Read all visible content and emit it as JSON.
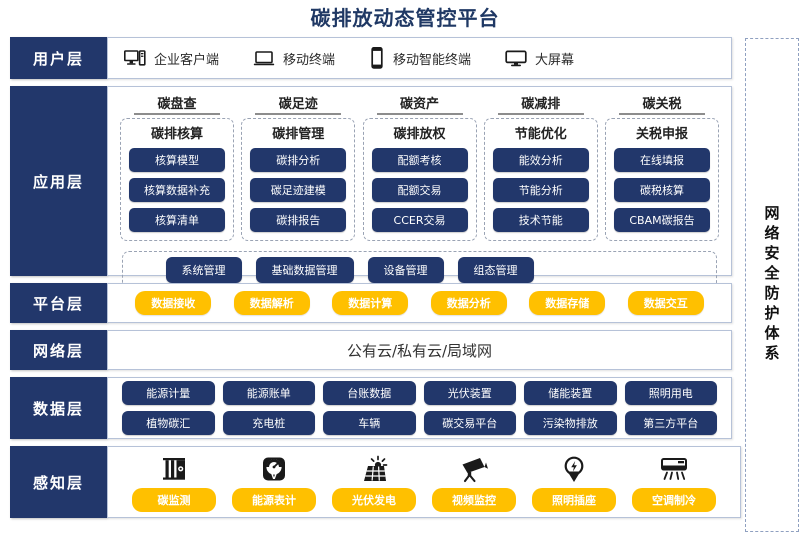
{
  "title": "碳排放动态管控平台",
  "colors": {
    "navy": "#22376b",
    "amber": "#ffc000",
    "title": "#1f3864",
    "dash_border": "#9aa3b4"
  },
  "layers": {
    "user": {
      "label": "用户层",
      "items": [
        {
          "icon": "desktop-tower-icon",
          "label": "企业客户端"
        },
        {
          "icon": "laptop-icon",
          "label": "移动终端"
        },
        {
          "icon": "smartphone-icon",
          "label": "移动智能终端"
        },
        {
          "icon": "large-screen-icon",
          "label": "大屏幕"
        }
      ]
    },
    "application": {
      "label": "应用层",
      "groups": [
        {
          "title": "碳盘查",
          "subtitle": "碳排核算",
          "items": [
            "核算模型",
            "核算数据补充",
            "核算清单"
          ]
        },
        {
          "title": "碳足迹",
          "subtitle": "碳排管理",
          "items": [
            "碳排分析",
            "碳足迹建模",
            "碳排报告"
          ]
        },
        {
          "title": "碳资产",
          "subtitle": "碳排放权",
          "items": [
            "配额考核",
            "配额交易",
            "CCER交易"
          ]
        },
        {
          "title": "碳减排",
          "subtitle": "节能优化",
          "items": [
            "能效分析",
            "节能分析",
            "技术节能"
          ]
        },
        {
          "title": "碳关税",
          "subtitle": "关税申报",
          "items": [
            "在线填报",
            "碳税核算",
            "CBAM碳报告"
          ]
        }
      ],
      "management": [
        "系统管理",
        "基础数据管理",
        "设备管理",
        "组态管理"
      ]
    },
    "platform": {
      "label": "平台层",
      "items": [
        "数据接收",
        "数据解析",
        "数据计算",
        "数据分析",
        "数据存储",
        "数据交互"
      ]
    },
    "network": {
      "label": "网络层",
      "text": "公有云/私有云/局域网"
    },
    "data": {
      "label": "数据层",
      "row1": [
        "能源计量",
        "能源账单",
        "台账数据",
        "光伏装置",
        "储能装置",
        "照明用电"
      ],
      "row2": [
        "植物碳汇",
        "充电桩",
        "车辆",
        "碳交易平台",
        "污染物排放",
        "第三方平台"
      ]
    },
    "sense": {
      "label": "感知层",
      "items": [
        {
          "icon": "carbon-monitor-icon",
          "label": "碳监测"
        },
        {
          "icon": "energy-meter-icon",
          "label": "能源表计"
        },
        {
          "icon": "solar-panel-icon",
          "label": "光伏发电"
        },
        {
          "icon": "cctv-camera-icon",
          "label": "视频监控"
        },
        {
          "icon": "lightbulb-socket-icon",
          "label": "照明插座"
        },
        {
          "icon": "air-conditioner-icon",
          "label": "空调制冷"
        }
      ]
    }
  },
  "security": {
    "label": "网络安全防护体系"
  }
}
